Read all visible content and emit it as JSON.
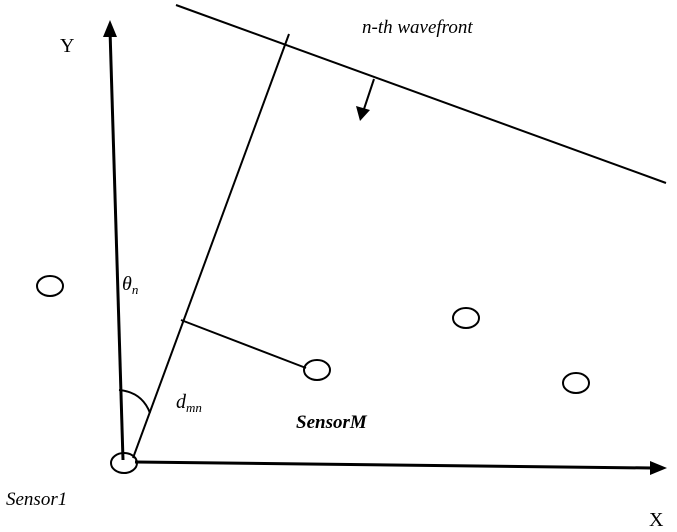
{
  "labels": {
    "y_axis": "Y",
    "x_axis": "X",
    "wavefront": "n-th wavefront",
    "theta_base": "θ",
    "theta_sub": "n",
    "d_base": "d",
    "d_sub": "mn",
    "sensor_m": "SensorM",
    "sensor_1": "Sensor1"
  },
  "colors": {
    "stroke": "#000000",
    "background": "#ffffff"
  }
}
